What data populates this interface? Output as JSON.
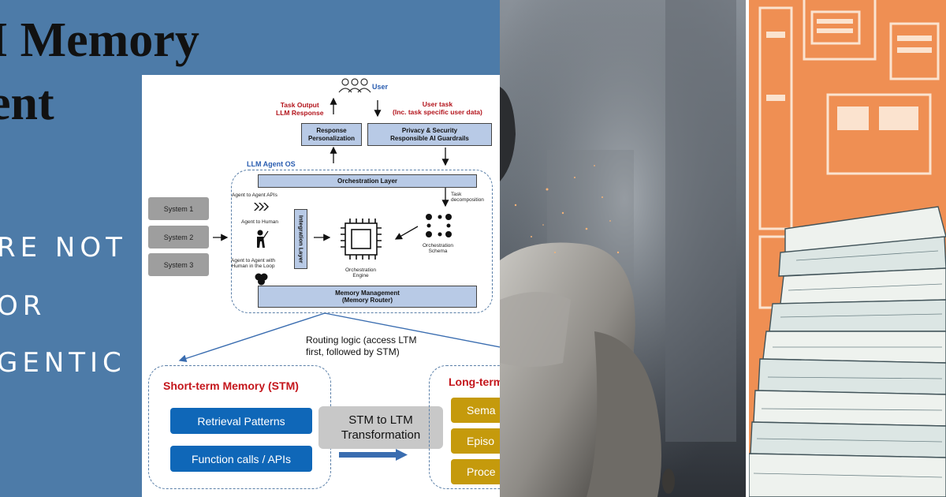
{
  "slide": {
    "title_line1": "I Memory",
    "title_line2": "ent",
    "sub_line1": "RE NOT",
    "sub_line2": "OR",
    "sub_line3": "GENTIC"
  },
  "diagram": {
    "user_label": "User",
    "task_output": "Task Output\nLLM Response",
    "user_task": "User task\n(Inc. task specific user data)",
    "response_personalization": "Response\nPersonalization",
    "privacy_security": "Privacy & Security\nResponsible AI Guardrails",
    "agent_os_label": "LLM Agent OS",
    "orchestration_layer": "Orchestration Layer",
    "task_decomposition": "Task\ndecomposition",
    "agent_to_agent_apis": "Agent to Agent APIs",
    "agent_to_human": "Agent to Human",
    "agent_to_agent_human": "Agent to Agent with\nHuman in the Loop",
    "integration_layer": "Integration Layer",
    "orchestration_engine": "Orchestration\nEngine",
    "orchestration_schema": "Orchestration\nSchema",
    "memory_management": "Memory Management\n(Memory Router)",
    "systems": [
      "System 1",
      "System 2",
      "System 3"
    ],
    "routing_logic": "Routing logic (access LTM\nfirst, followed by STM)",
    "stm_heading": "Short-term Memory (STM)",
    "stm_items": [
      "Retrieval Patterns",
      "Function calls / APIs"
    ],
    "stm_to_ltm": "STM to LTM\nTransformation",
    "ltm_heading": "Long-term",
    "ltm_items": [
      "Sema",
      "Episo",
      "Proce"
    ]
  },
  "colors": {
    "slide_bg": "#4d7ba8",
    "stm_red": "#c4161c",
    "button_blue": "#0f67b8",
    "button_gold": "#c59a0c",
    "box_blue": "#b8cae6",
    "papers_orange": "#ef8f53"
  }
}
